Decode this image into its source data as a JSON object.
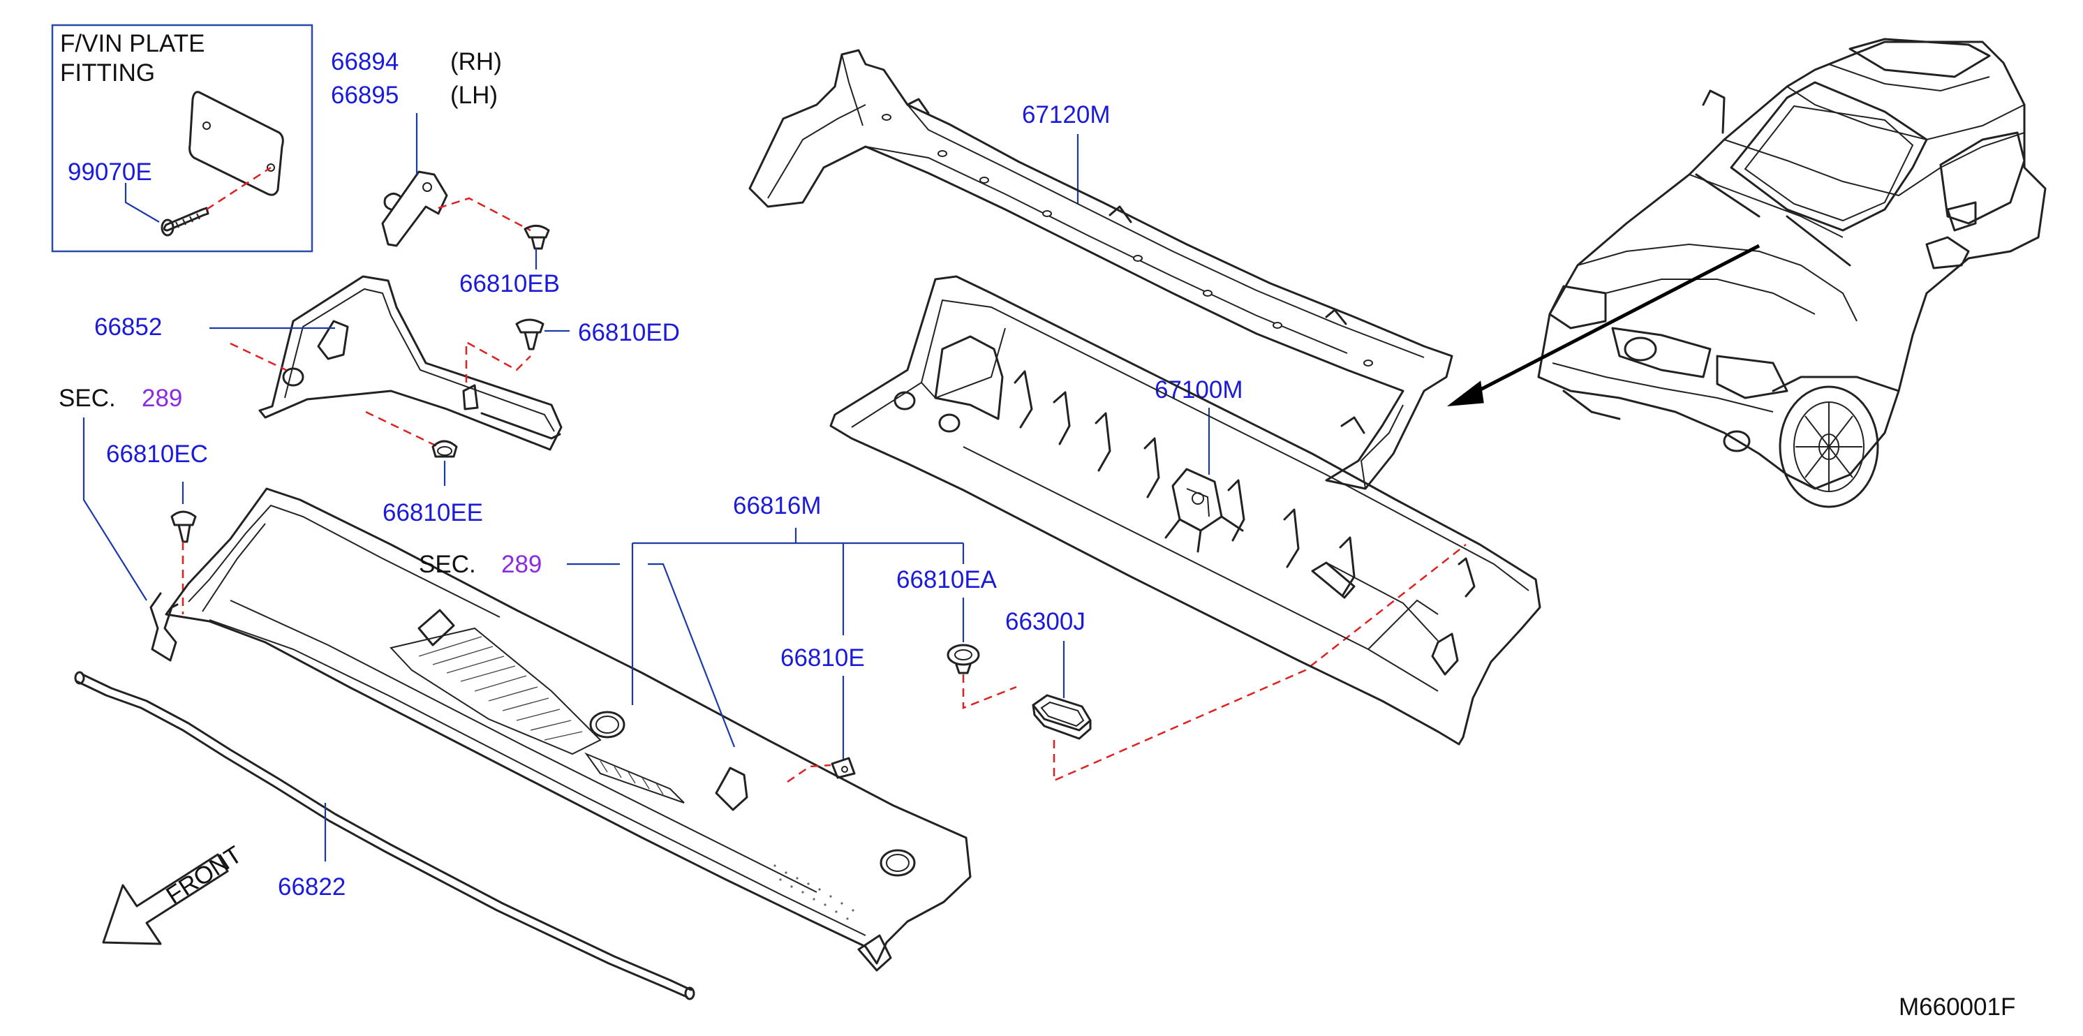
{
  "labels": {
    "vin_plate_title_1": "F/VIN  PLATE",
    "vin_plate_title_2": "FITTING",
    "p99070E": "99070E",
    "p66894": "66894",
    "p66894_side": "(RH)",
    "p66895": "66895",
    "p66895_side": "(LH)",
    "p66810EB": "66810EB",
    "p66852": "66852",
    "p66810ED": "66810ED",
    "sec_1": "SEC.",
    "sec_1_num": "289",
    "p66810EC": "66810EC",
    "p66810EE": "66810EE",
    "sec_2": "SEC.",
    "sec_2_num": "289",
    "p66816M": "66816M",
    "p66810EA": "66810EA",
    "p66300J": "66300J",
    "p66810E": "66810E",
    "p66822": "66822",
    "front": "FRONT",
    "p67120M": "67120M",
    "p67100M": "67100M",
    "diagram_code": "M660001F"
  },
  "colors": {
    "part_number": "#1a1adb",
    "section_number": "#8a2be2",
    "text": "#111111",
    "leader_line": "#1a3aa8",
    "dashed_line": "#e02020"
  }
}
